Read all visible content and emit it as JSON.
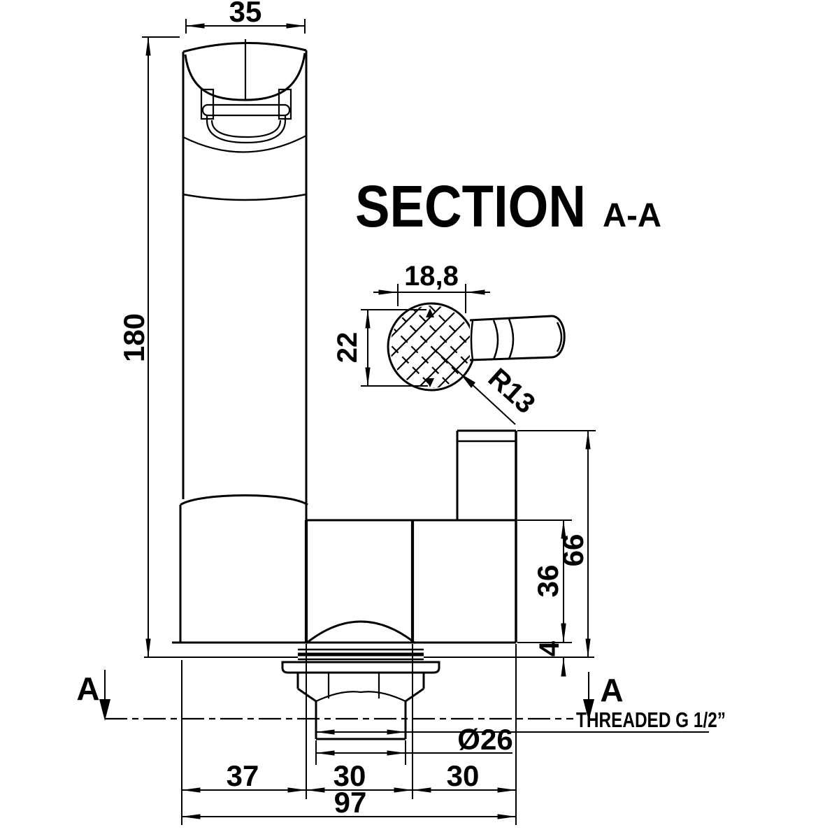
{
  "drawing": {
    "background_color": "#ffffff",
    "line_color": "#000000",
    "title": {
      "main": "SECTION",
      "view": "A-A"
    },
    "section_markers": {
      "left": "A",
      "right": "A"
    },
    "notes": {
      "thread": "THREADED G 1/2”",
      "shank_diameter": "Ø26"
    },
    "dimensions": {
      "spout_width": "35",
      "overall_height": "180",
      "lever_section_width": "18,8",
      "lever_section_height": "22",
      "lever_section_radius": "R13",
      "stem_height": "66",
      "body_height": "36",
      "base_thickness": "4",
      "spout_offset": "37",
      "body_span_left": "30",
      "body_span_right": "30",
      "overall_width": "97"
    }
  }
}
